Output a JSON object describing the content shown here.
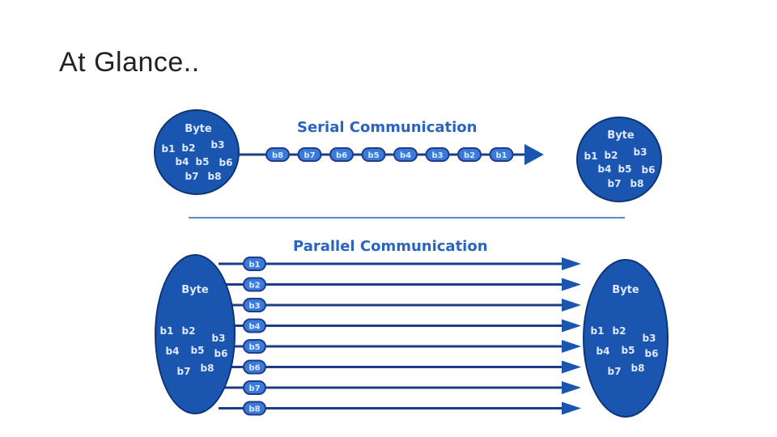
{
  "slide": {
    "title": "At Glance.."
  },
  "colors": {
    "primary": "#1a56b0",
    "bead_fill": "#3a7ad9",
    "text_on_blue": "#dfe9ff",
    "heading_text": "#2a64c0",
    "divider": "#5b86c9",
    "bus_line": "#1e3c8a"
  },
  "serial": {
    "heading": "Serial Communication",
    "sender": {
      "title": "Byte",
      "bits": [
        "b1",
        "b2",
        "b3",
        "b4",
        "b5",
        "b6",
        "b7",
        "b8"
      ]
    },
    "beads": [
      "b8",
      "b7",
      "b6",
      "b5",
      "b4",
      "b3",
      "b2",
      "b1"
    ],
    "receiver": {
      "title": "Byte",
      "bits": [
        "b1",
        "b2",
        "b3",
        "b4",
        "b5",
        "b6",
        "b7",
        "b8"
      ]
    }
  },
  "parallel": {
    "heading": "Parallel Communication",
    "sender": {
      "title": "Byte",
      "bits": [
        "b1",
        "b2",
        "b3",
        "b4",
        "b5",
        "b6",
        "b7",
        "b8"
      ]
    },
    "lines": [
      "b1",
      "b2",
      "b3",
      "b4",
      "b5",
      "b6",
      "b7",
      "b8"
    ],
    "receiver": {
      "title": "Byte",
      "bits": [
        "b1",
        "b2",
        "b3",
        "b4",
        "b5",
        "b6",
        "b7",
        "b8"
      ]
    }
  }
}
